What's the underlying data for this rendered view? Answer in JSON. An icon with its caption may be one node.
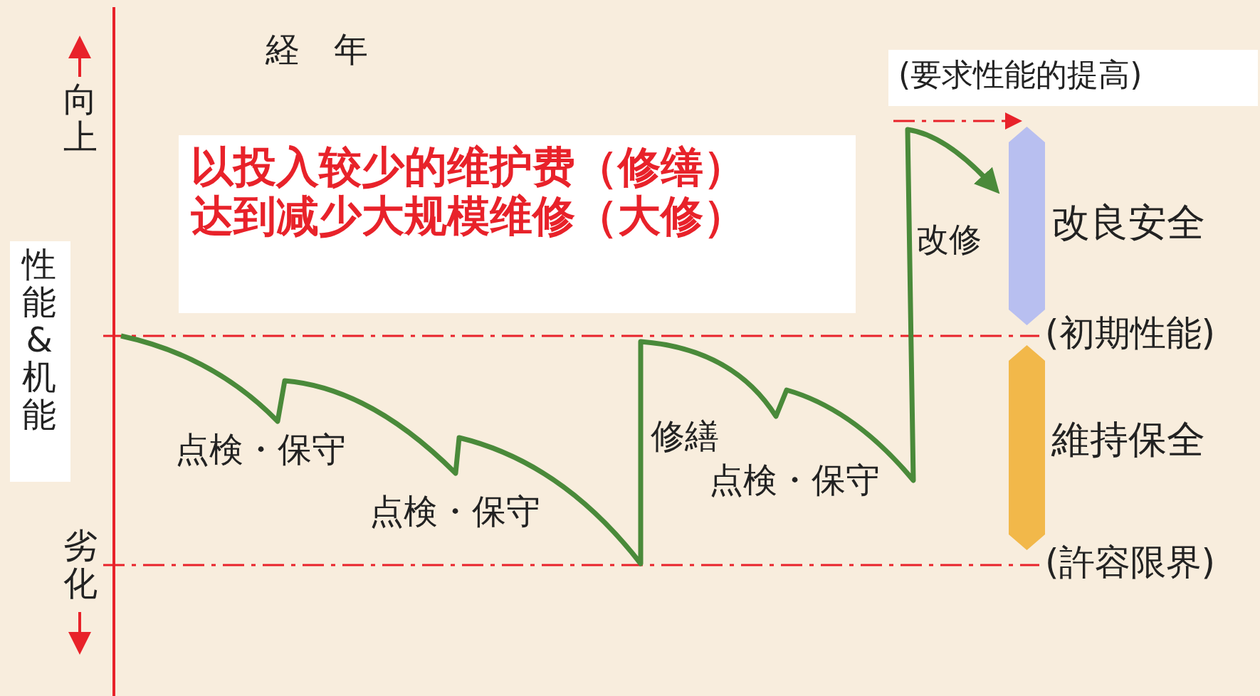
{
  "diagram": {
    "nodes": [
      {
        "text": [],
        "shape": "bar"
      },
      {
        "text": [],
        "shape": "bar"
      }
    ],
    "labels": [
      "経　年",
      "(要求性能的提高)",
      "向上",
      "劣化",
      "性能&机能",
      "以投入较少的维护费（修缮）达到减少大规模维修（大修）",
      "改修",
      "改良安全",
      "(初期性能)",
      "維持保全",
      "(許容限界)",
      "点検・保守",
      "点検・保守",
      "修繕",
      "点検・保守"
    ]
  }
}
